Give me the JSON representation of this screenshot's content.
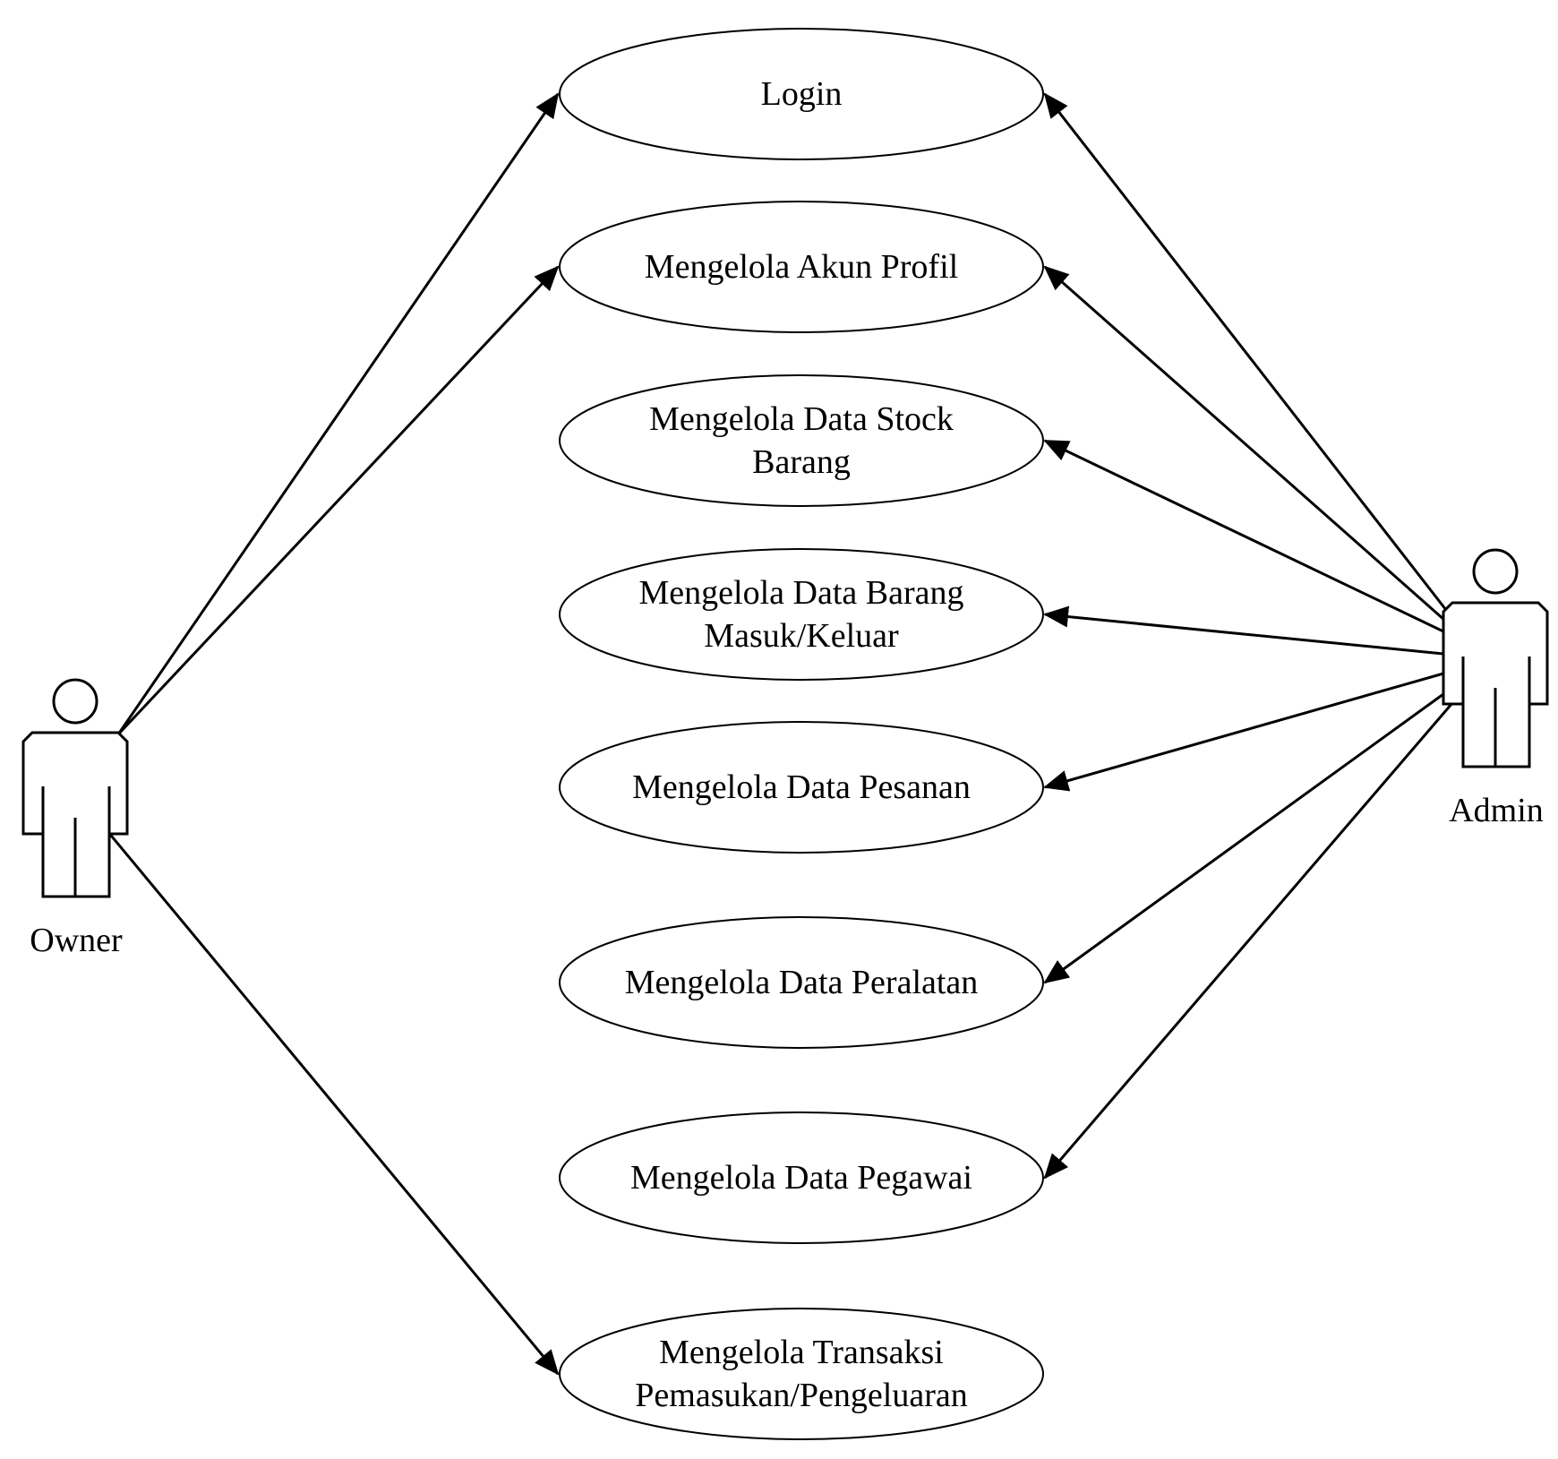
{
  "actors": [
    {
      "id": "owner",
      "label": "Owner"
    },
    {
      "id": "admin",
      "label": "Admin"
    }
  ],
  "use_cases": [
    {
      "id": "login",
      "lines": [
        "Login"
      ]
    },
    {
      "id": "akun-profil",
      "lines": [
        "Mengelola Akun Profil"
      ]
    },
    {
      "id": "stock-barang",
      "lines": [
        "Mengelola Data Stock",
        "Barang"
      ]
    },
    {
      "id": "barang-masuk-keluar",
      "lines": [
        "Mengelola Data Barang",
        "Masuk/Keluar"
      ]
    },
    {
      "id": "pesanan",
      "lines": [
        "Mengelola Data Pesanan"
      ]
    },
    {
      "id": "peralatan",
      "lines": [
        "Mengelola Data Peralatan"
      ]
    },
    {
      "id": "pegawai",
      "lines": [
        "Mengelola Data Pegawai"
      ]
    },
    {
      "id": "transaksi",
      "lines": [
        "Mengelola Transaksi",
        "Pemasukan/Pengeluaran"
      ]
    }
  ],
  "associations": [
    {
      "from": "owner",
      "to": "login"
    },
    {
      "from": "owner",
      "to": "akun-profil"
    },
    {
      "from": "owner",
      "to": "transaksi"
    },
    {
      "from": "admin",
      "to": "login"
    },
    {
      "from": "admin",
      "to": "akun-profil"
    },
    {
      "from": "admin",
      "to": "stock-barang"
    },
    {
      "from": "admin",
      "to": "barang-masuk-keluar"
    },
    {
      "from": "admin",
      "to": "pesanan"
    },
    {
      "from": "admin",
      "to": "peralatan"
    },
    {
      "from": "admin",
      "to": "pegawai"
    }
  ]
}
